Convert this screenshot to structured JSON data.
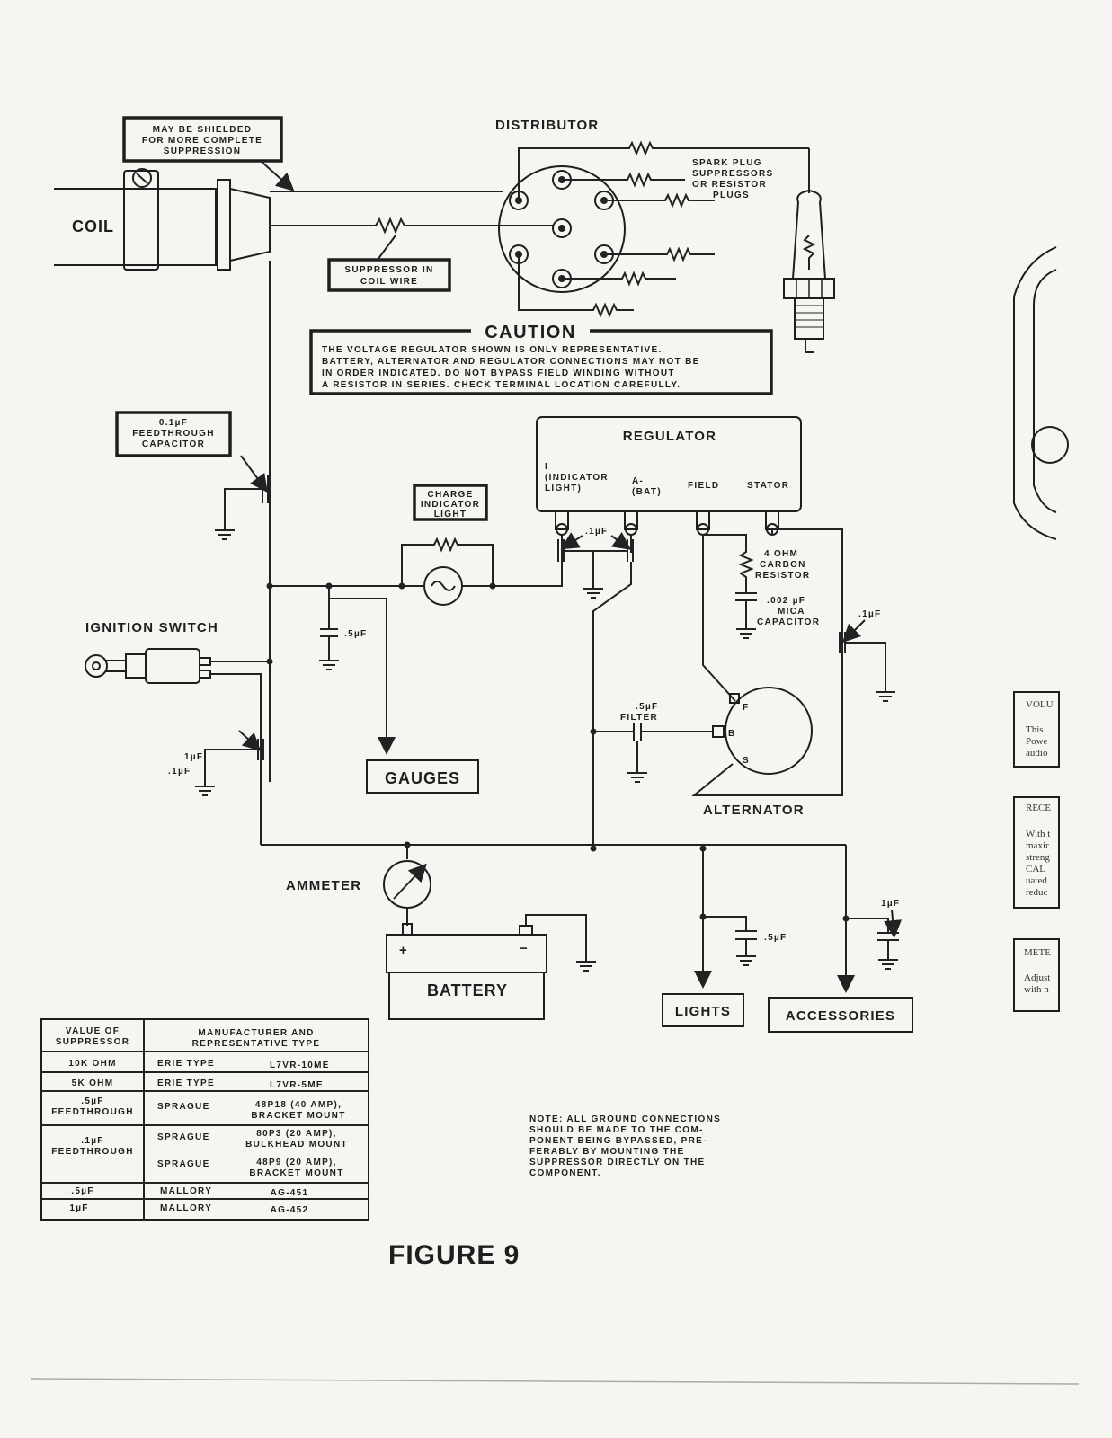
{
  "shield_note": [
    "MAY BE SHIELDED",
    "FOR MORE COMPLETE",
    "SUPPRESSION"
  ],
  "distributor": "DISTRIBUTOR",
  "spark_plug_note": [
    "SPARK PLUG",
    "SUPPRESSORS",
    "OR RESISTOR",
    "PLUGS"
  ],
  "coil": "COIL",
  "coil_suppressor": [
    "SUPPRESSOR IN",
    "COIL WIRE"
  ],
  "caution_title": "CAUTION",
  "caution_lines": [
    "THE VOLTAGE REGULATOR SHOWN IS ONLY REPRESENTATIVE.",
    "BATTERY, ALTERNATOR AND REGULATOR CONNECTIONS MAY NOT BE",
    "IN ORDER INDICATED. DO NOT BYPASS FIELD WINDING WITHOUT",
    "A RESISTOR IN SERIES. CHECK TERMINAL LOCATION CAREFULLY."
  ],
  "feedthrough_note": [
    "0.1µF",
    "FEEDTHROUGH",
    "CAPACITOR"
  ],
  "regulator": "REGULATOR",
  "reg_terminals": {
    "indicator": [
      "I",
      "(INDICATOR",
      "LIGHT)"
    ],
    "bat": [
      "A-",
      "(BAT)"
    ],
    "field": "FIELD",
    "stator": "STATOR"
  },
  "charge_light": [
    "CHARGE",
    "INDICATOR",
    "LIGHT"
  ],
  "cap_01uf": ".1µF",
  "cap_05uf": ".5µF",
  "cap_1uf": "1µF",
  "carbon_resistor": [
    "4 OHM",
    "CARBON",
    "RESISTOR"
  ],
  "mica_cap": [
    ".002 µF",
    "MICA",
    "CAPACITOR"
  ],
  "ignition_switch": "IGNITION SWITCH",
  "filter": [
    ".5µF",
    "FILTER"
  ],
  "alternator": "ALTERNATOR",
  "alt_terminals": {
    "f": "F",
    "b": "B",
    "s": "S"
  },
  "gauges": "GAUGES",
  "ammeter": "AMMETER",
  "battery": "BATTERY",
  "lights": "LIGHTS",
  "accessories": "ACCESSORIES",
  "table": {
    "header": [
      [
        "VALUE OF",
        "SUPPRESSOR"
      ],
      [
        "MANUFACTURER AND",
        "REPRESENTATIVE TYPE"
      ]
    ],
    "rows": [
      {
        "value": [
          "10K OHM"
        ],
        "maker": "ERIE TYPE",
        "type": [
          "L7VR-10ME"
        ]
      },
      {
        "value": [
          "5K OHM"
        ],
        "maker": "ERIE TYPE",
        "type": [
          "L7VR-5ME"
        ]
      },
      {
        "value": [
          ".5µF",
          "FEEDTHROUGH"
        ],
        "maker": "SPRAGUE",
        "type": [
          "48P18 (40 AMP),",
          "BRACKET MOUNT"
        ]
      },
      {
        "value": [
          ".1µF",
          "FEEDTHROUGH"
        ],
        "maker": "SPRAGUE",
        "type": [
          "80P3 (20 AMP),",
          "BULKHEAD MOUNT"
        ],
        "maker2": "SPRAGUE",
        "type2": [
          "48P9 (20 AMP),",
          "BRACKET MOUNT"
        ]
      },
      {
        "value": [
          ".5µF"
        ],
        "maker": "MALLORY",
        "type": [
          "AG-451"
        ]
      },
      {
        "value": [
          "1µF"
        ],
        "maker": "MALLORY",
        "type": [
          "AG-452"
        ]
      }
    ]
  },
  "note_lines": [
    "NOTE: ALL GROUND CONNECTIONS",
    "SHOULD BE MADE TO THE COM-",
    "PONENT BEING BYPASSED, PRE-",
    "FERABLY BY MOUNTING THE",
    "SUPPRESSOR DIRECTLY ON THE",
    "COMPONENT."
  ],
  "figure_title": "FIGURE 9",
  "edge_fragments": [
    "VOLU",
    "This",
    "Powe",
    "audio",
    "RECE",
    "With t",
    "maxir",
    "streng",
    "CAL",
    "uated",
    "reduc",
    "METE",
    "Adjust",
    "with n"
  ]
}
